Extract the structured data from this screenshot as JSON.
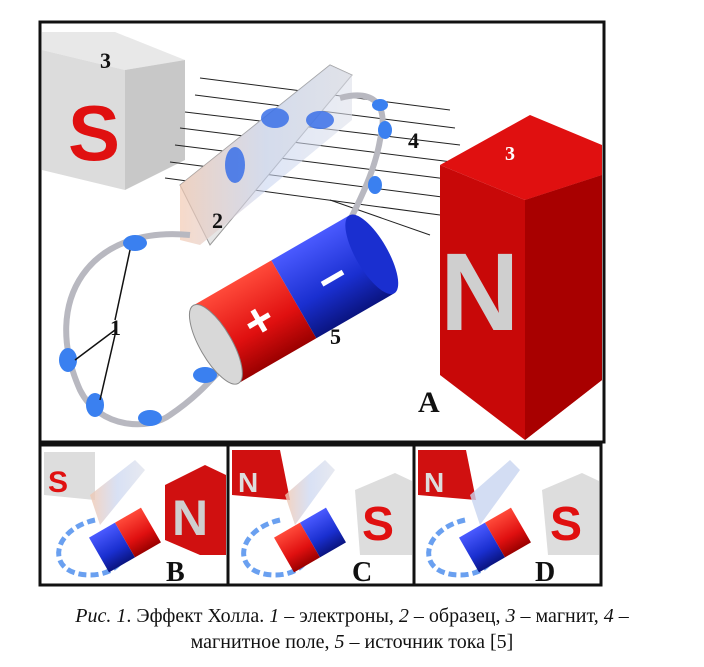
{
  "figure": {
    "labels": {
      "electrons": "1",
      "sample": "2",
      "magnet_left": "3",
      "magnet_right": "3",
      "field": "4",
      "source": "5"
    },
    "panels": [
      "A",
      "B",
      "C",
      "D"
    ],
    "magnet_letters": {
      "south": "S",
      "north": "N"
    },
    "battery": {
      "plus": "+",
      "minus": "−"
    }
  },
  "caption": {
    "line1": {
      "prefix": "Рис. 1",
      "t1": ". Эффект Холла. ",
      "n1": "1",
      "t2": " – электроны, ",
      "n2": "2",
      "t3": " – образец, ",
      "n3": "3",
      "t4": " – магнит, ",
      "n4": "4",
      "t5": " –"
    },
    "line2": {
      "t1": "магнитное поле, ",
      "n5": "5",
      "t2": " – источник тока [5]"
    }
  },
  "colors": {
    "red": "#e01010",
    "blue": "#1a2fd0",
    "gray": "#d8d8d8",
    "wire": "#b8b8c0"
  }
}
